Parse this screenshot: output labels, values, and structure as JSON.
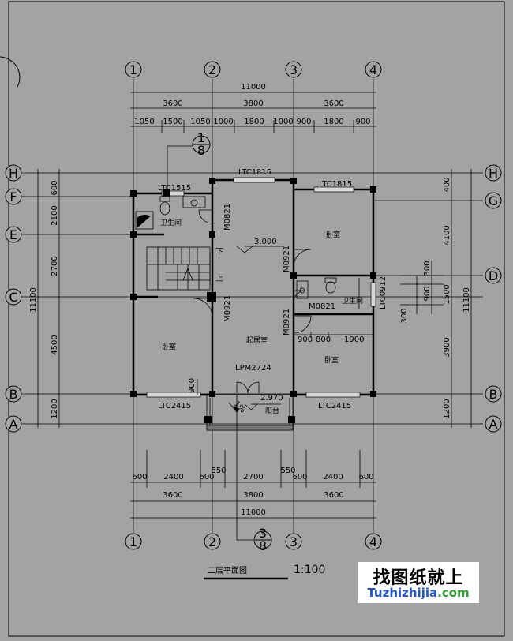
{
  "axes_top": [
    "1",
    "2",
    "3",
    "4"
  ],
  "axes_bottom": [
    "1",
    "2",
    "3",
    "4"
  ],
  "axes_left": [
    "H",
    "F",
    "E",
    "C",
    "B",
    "A"
  ],
  "axes_right": [
    "H",
    "G",
    "D",
    "B",
    "A"
  ],
  "dims_top": {
    "total": "11000",
    "bays": [
      "3600",
      "3800",
      "3600"
    ],
    "segments": [
      "1050",
      "1500",
      "1050",
      "1000",
      "1800",
      "1000",
      "900",
      "1800",
      "900"
    ]
  },
  "dims_bottom": {
    "total": "11000",
    "bays": [
      "3600",
      "3800",
      "3600"
    ],
    "segments": [
      "600",
      "2400",
      "600",
      "550",
      "2700",
      "550",
      "600",
      "2400",
      "600"
    ]
  },
  "dims_left": {
    "total": "11100",
    "segments": [
      "600",
      "2100",
      "2700",
      "4500",
      "1200"
    ]
  },
  "dims_right": {
    "total": "11100",
    "bays": [
      "4100",
      "1500",
      "3900",
      "1200"
    ],
    "top": "400",
    "segments": [
      "300",
      "900",
      "300"
    ]
  },
  "section_marks": {
    "top": {
      "num": "1",
      "den": "8"
    },
    "bottom": {
      "num": "3",
      "den": "8"
    }
  },
  "codes": {
    "ltc1815_a": "LTC1815",
    "ltc1815_b": "LTC1815",
    "ltc1515": "LTC1515",
    "m0821_a": "M0821",
    "m0821_b": "M0821",
    "m0921_a": "M0921",
    "m0921_b": "M0921",
    "m0921_c": "M0921",
    "ltc0912": "LTC0912",
    "lpm2724": "LPM2724",
    "ltc2415_a": "LTC2415",
    "ltc2415_b": "LTC2415"
  },
  "rooms": {
    "bath_left": "卫生间",
    "bedroom_ne": "卧室",
    "bath_right": "卫生间",
    "bedroom_w": "卧室",
    "living": "起居室",
    "bedroom_se": "卧室",
    "balcony": "阳台"
  },
  "levels": {
    "floor": "3.000",
    "balcony": "2.970"
  },
  "stair": {
    "down": "下",
    "up": "上"
  },
  "inner_dims": {
    "d900a": "900",
    "d800": "800",
    "d1900": "1900",
    "d900b": "900"
  },
  "slope": "1%",
  "title": "二层平面图",
  "scale": "1:100",
  "logo": {
    "cn": "找图纸就上",
    "en_main": "Tuzhizhijia",
    "en_tld": ".com"
  }
}
